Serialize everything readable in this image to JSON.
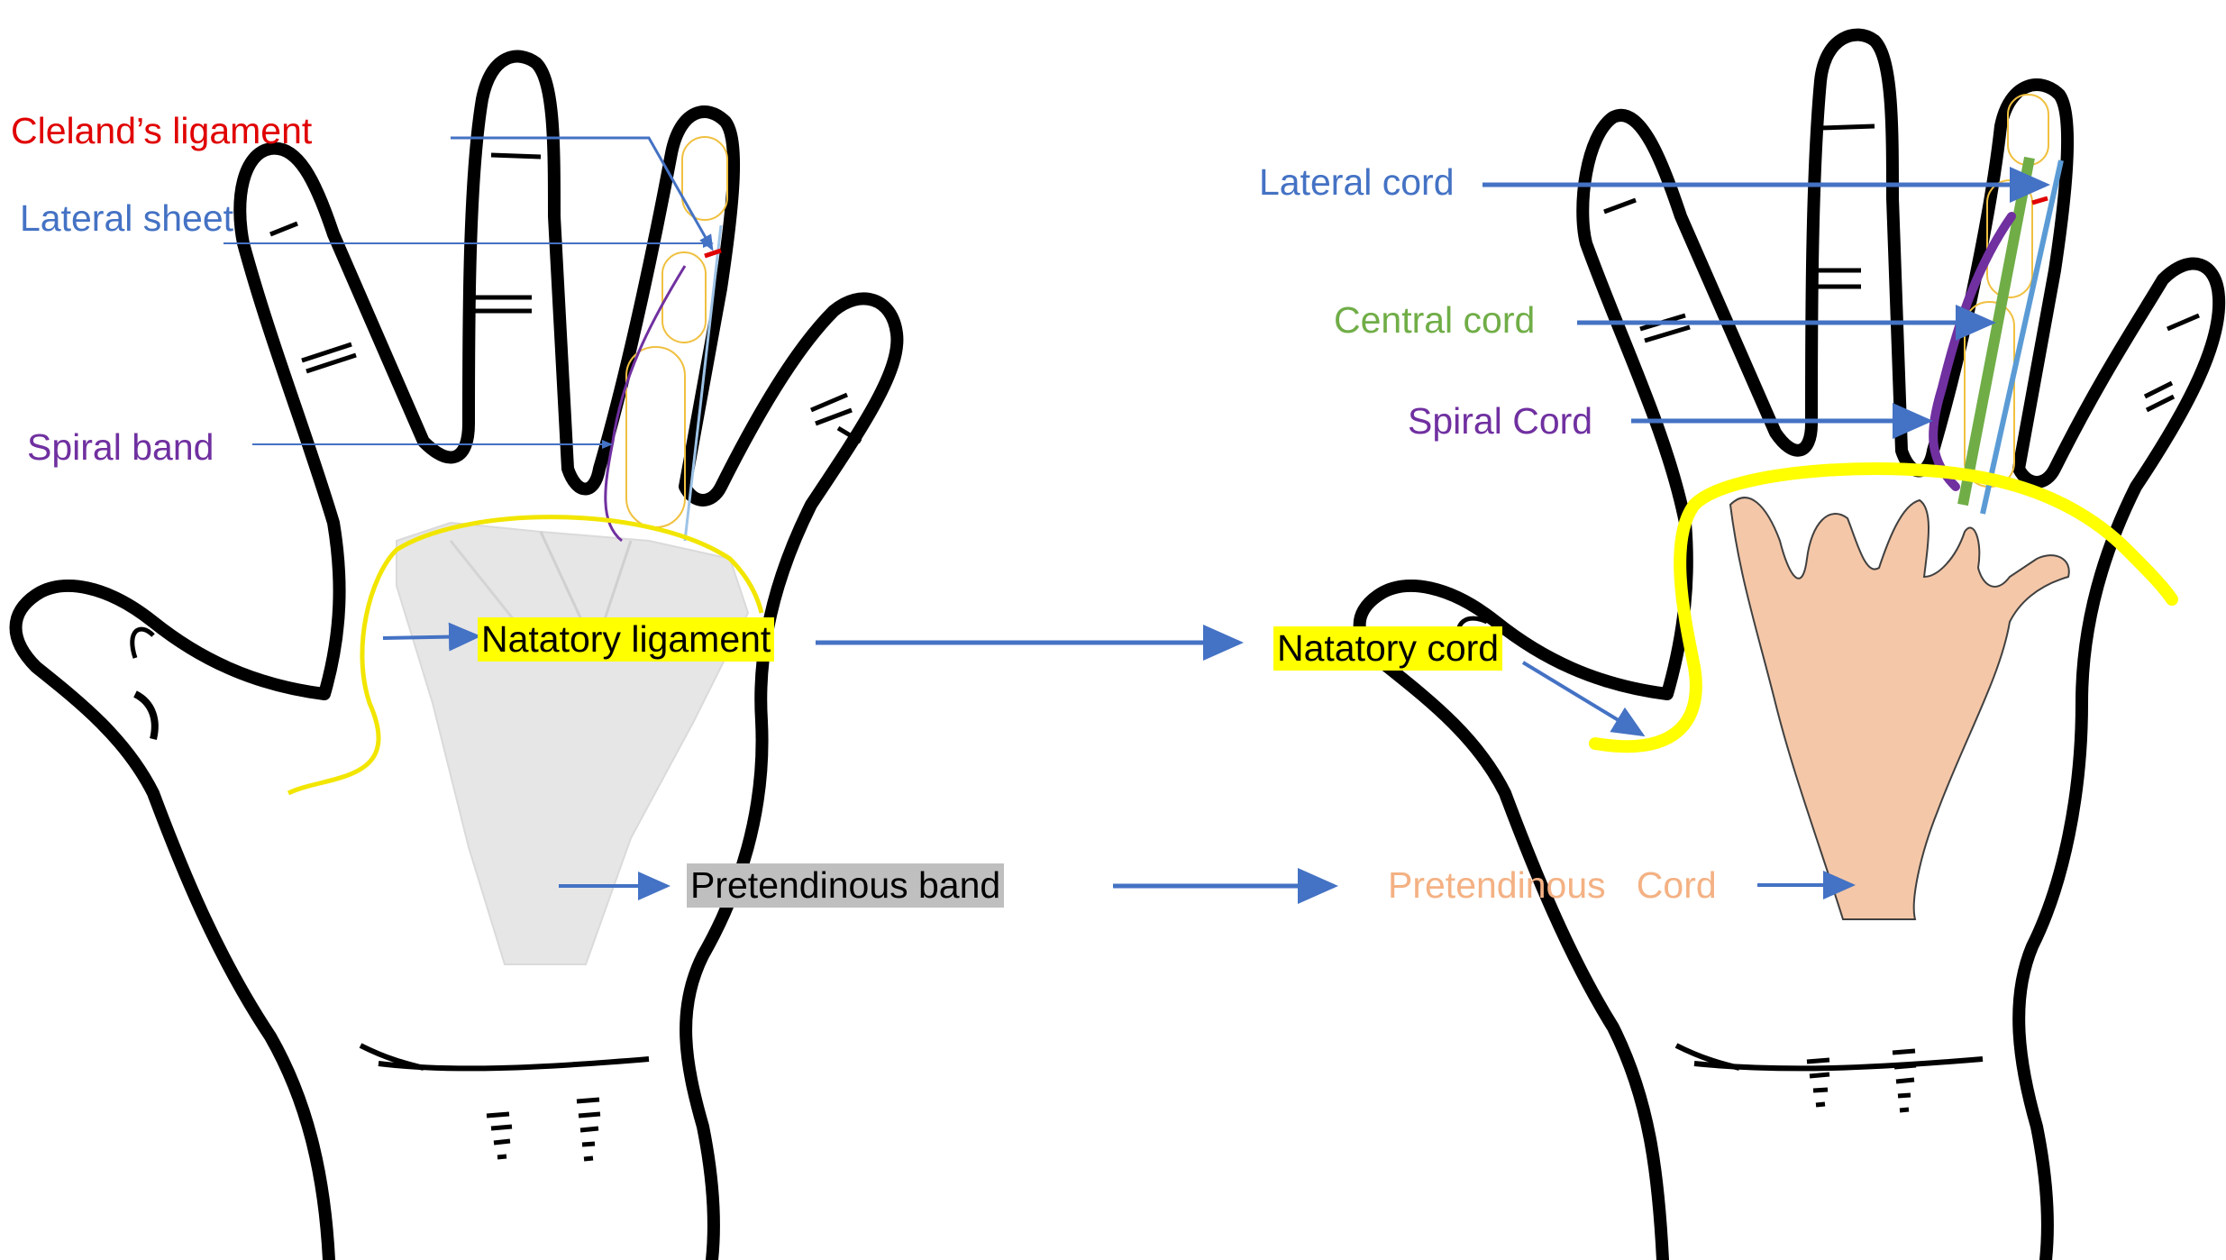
{
  "labels": {
    "clelands_ligament": "Cleland’s ligament",
    "lateral_sheet": "Lateral sheet",
    "spiral_band": "Spiral band",
    "natatory_ligament": "Natatory ligament",
    "pretendinous_band": "Pretendinous band",
    "lateral_cord": "Lateral cord",
    "central_cord": "Central cord",
    "spiral_cord": "Spiral Cord",
    "natatory_cord": "Natatory cord",
    "pretendinous_cord": "Pretendinous   Cord"
  },
  "colors": {
    "outline": "#000000",
    "arrow": "#4472c4",
    "clelands": "#e00000",
    "lateral": "#4472c4",
    "spiral": "#7030a0",
    "central": "#70ad47",
    "natatory": "#ffff00",
    "natatory_outline": "#f2e600",
    "pretendinous_band_fill": "#bfbfbf",
    "fascia_fill": "#e6e6e6",
    "cord_fill": "#f4c7a8",
    "cord_text": "#f4b183",
    "sheath": "#f0c040"
  }
}
